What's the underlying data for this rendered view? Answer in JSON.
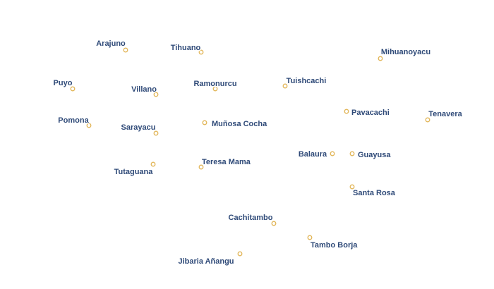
{
  "map": {
    "places": [
      {
        "name": "Arajuno"
      },
      {
        "name": "Tihuano"
      },
      {
        "name": "Mihuanoyacu"
      },
      {
        "name": "Puyo"
      },
      {
        "name": "Villano"
      },
      {
        "name": "Ramonurcu"
      },
      {
        "name": "Tuishcachi"
      },
      {
        "name": "Pomona"
      },
      {
        "name": "Sarayacu"
      },
      {
        "name": "Muñosa Cocha"
      },
      {
        "name": "Pavacachi"
      },
      {
        "name": "Tenavera"
      },
      {
        "name": "Balaura"
      },
      {
        "name": "Guayusa"
      },
      {
        "name": "Tutaguana"
      },
      {
        "name": "Teresa Mama"
      },
      {
        "name": "Santa Rosa"
      },
      {
        "name": "Cachitambo"
      },
      {
        "name": "Tambo Borja"
      },
      {
        "name": "Jibaria Añangu"
      }
    ],
    "colors": {
      "label": "#2f4a78",
      "label_halo": "#ffffff",
      "marker_stroke": "#e2b659",
      "marker_fill": "#ffffff",
      "background": "#ffffff"
    }
  }
}
